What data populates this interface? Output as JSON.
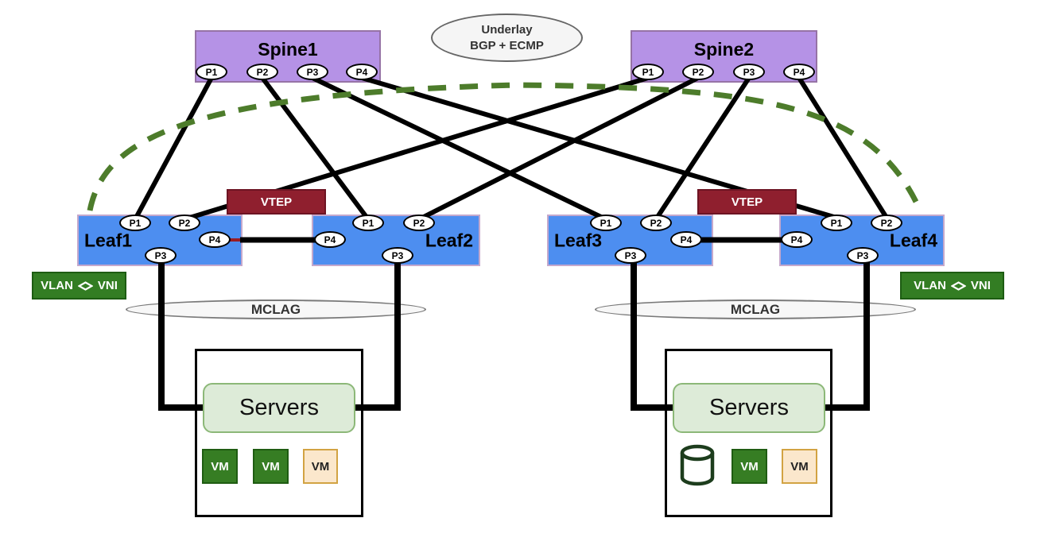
{
  "spines": [
    {
      "name": "Spine1",
      "ports": [
        "P1",
        "P2",
        "P3",
        "P4"
      ]
    },
    {
      "name": "Spine2",
      "ports": [
        "P1",
        "P2",
        "P3",
        "P4"
      ]
    }
  ],
  "leaves": [
    {
      "name": "Leaf1",
      "ports": [
        "P1",
        "P2",
        "P3",
        "P4"
      ]
    },
    {
      "name": "Leaf2",
      "ports": [
        "P1",
        "P2",
        "P3",
        "P4"
      ]
    },
    {
      "name": "Leaf3",
      "ports": [
        "P1",
        "P2",
        "P3",
        "P4"
      ]
    },
    {
      "name": "Leaf4",
      "ports": [
        "P1",
        "P2",
        "P3",
        "P4"
      ]
    }
  ],
  "underlay": {
    "line1": "Underlay",
    "line2": "BGP + ECMP"
  },
  "vtep": {
    "label": "VTEP"
  },
  "mclag": {
    "label": "MCLAG"
  },
  "vlan_vni": {
    "left": "VLAN",
    "right": "VNI"
  },
  "server_groups": [
    {
      "label": "Servers",
      "vms": [
        "VM",
        "VM",
        "VM"
      ]
    },
    {
      "label": "Servers",
      "vms": [
        "VM",
        "VM"
      ],
      "storage_icon": "database-cylinder"
    }
  ],
  "links": [
    "Spine1.P1 - Leaf1.P1",
    "Spine1.P2 - Leaf2.P1",
    "Spine1.P3 - Leaf3.P1",
    "Spine1.P4 - Leaf4.P1",
    "Spine2.P1 - Leaf1.P2",
    "Spine2.P2 - Leaf2.P2",
    "Spine2.P3 - Leaf3.P2",
    "Spine2.P4 - Leaf4.P2",
    "Leaf1.P4 - Leaf2.P4 peer link",
    "Leaf3.P4 - Leaf4.P4 peer link",
    "Leaf1.P3 - Servers (left)",
    "Leaf2.P3 - Servers (left)",
    "Leaf3.P3 - Servers (right)",
    "Leaf4.P3 - Servers (right)",
    "Leaf1 - Leaf4 green dashed overlay tunnel arc"
  ],
  "colors": {
    "spine_fill": "#b592e6",
    "spine_border": "#9673a6",
    "leaf_fill": "#4d8ef0",
    "leaf_border": "#c4a8cc",
    "vtep_fill": "#8f1f2e",
    "vtep_text": "#ffffff",
    "port_fill": "#ffffff",
    "port_border": "#000000",
    "link_black": "#000000",
    "peer_link_red": "#9a1c24",
    "overlay_tunnel_green": "#4d7c2b",
    "ellipse_fill": "#f5f5f5",
    "ellipse_border": "#7a7a7a",
    "vlan_fill": "#337d23",
    "vm_green_fill": "#367d23",
    "vm_green_border": "#1f5c12",
    "vm_cream_fill": "#fbe7cc",
    "vm_cream_border": "#d2a343",
    "servers_fill": "#ddebd8",
    "servers_border": "#8cb878",
    "server_box_border": "#000000",
    "database_stroke": "#1d3d1d"
  }
}
